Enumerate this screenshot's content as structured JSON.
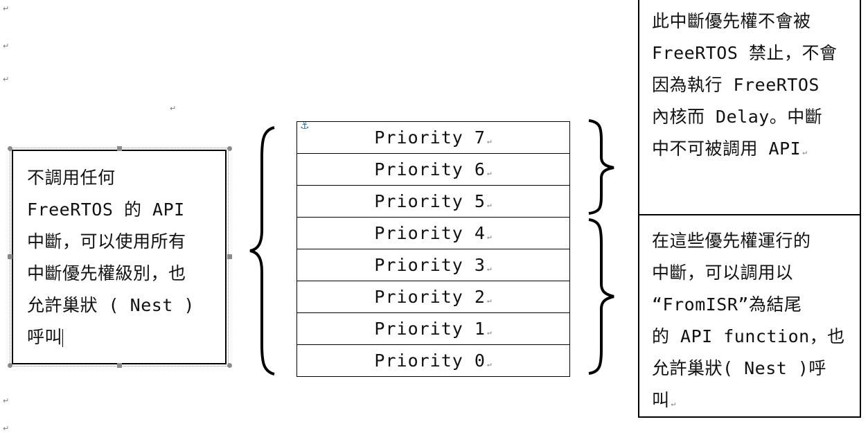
{
  "left_box": {
    "text": "不調用任何\nFreeRTOS 的 API\n中斷，可以使用所有\n中斷優先權級別，也\n允許巢狀 ( Nest )\n呼叫"
  },
  "priority_levels": [
    "Priority 7",
    "Priority 6",
    "Priority 5",
    "Priority 4",
    "Priority 3",
    "Priority 2",
    "Priority 1",
    "Priority 0"
  ],
  "right_top_box": {
    "text": "此中斷優先權不會被\nFreeRTOS 禁止，不會\n因為執行 FreeRTOS\n內核而 Delay。中斷\n中不可被調用 API"
  },
  "right_bottom_box": {
    "text": "在這些優先權運行的\n中斷，可以調用以\n“FromISR”為結尾\n的 API function，也\n允許巢狀( Nest )呼\n叫"
  },
  "marks": {
    "paragraph": "↵",
    "anchor": "⚓"
  },
  "colors": {
    "border": "#000000",
    "anchor": "#2a6fb0",
    "selection": "#8a8a8a"
  }
}
